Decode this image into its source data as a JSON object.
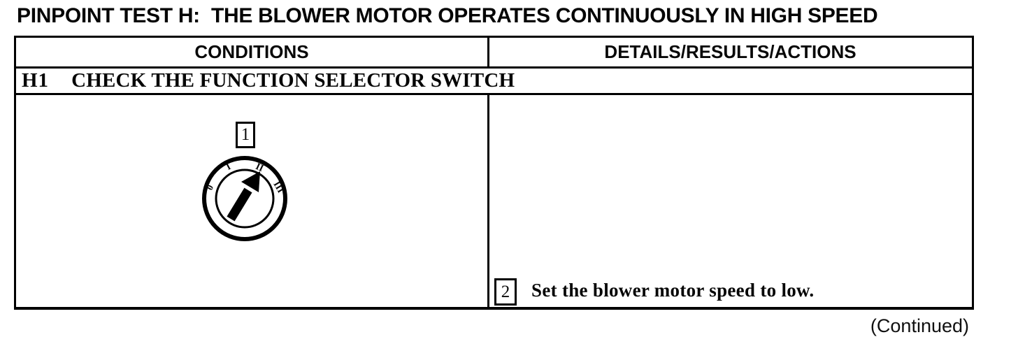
{
  "title": "PINPOINT TEST H:  THE BLOWER MOTOR OPERATES CONTINUOUSLY IN HIGH SPEED",
  "table": {
    "headers": {
      "conditions": "CONDITIONS",
      "details": "DETAILS/RESULTS/ACTIONS"
    },
    "step": {
      "id": "H1",
      "name": "CHECK THE FUNCTION SELECTOR SWITCH"
    },
    "conditions_cell": {
      "callout_label": "1",
      "dial": {
        "positions": [
          "0",
          "I",
          "II",
          "III"
        ],
        "pointer_position": "II"
      }
    },
    "details_cell": {
      "callout_label": "2",
      "instruction": "Set the blower motor speed to low."
    }
  },
  "footer": {
    "continued": "(Continued)"
  }
}
